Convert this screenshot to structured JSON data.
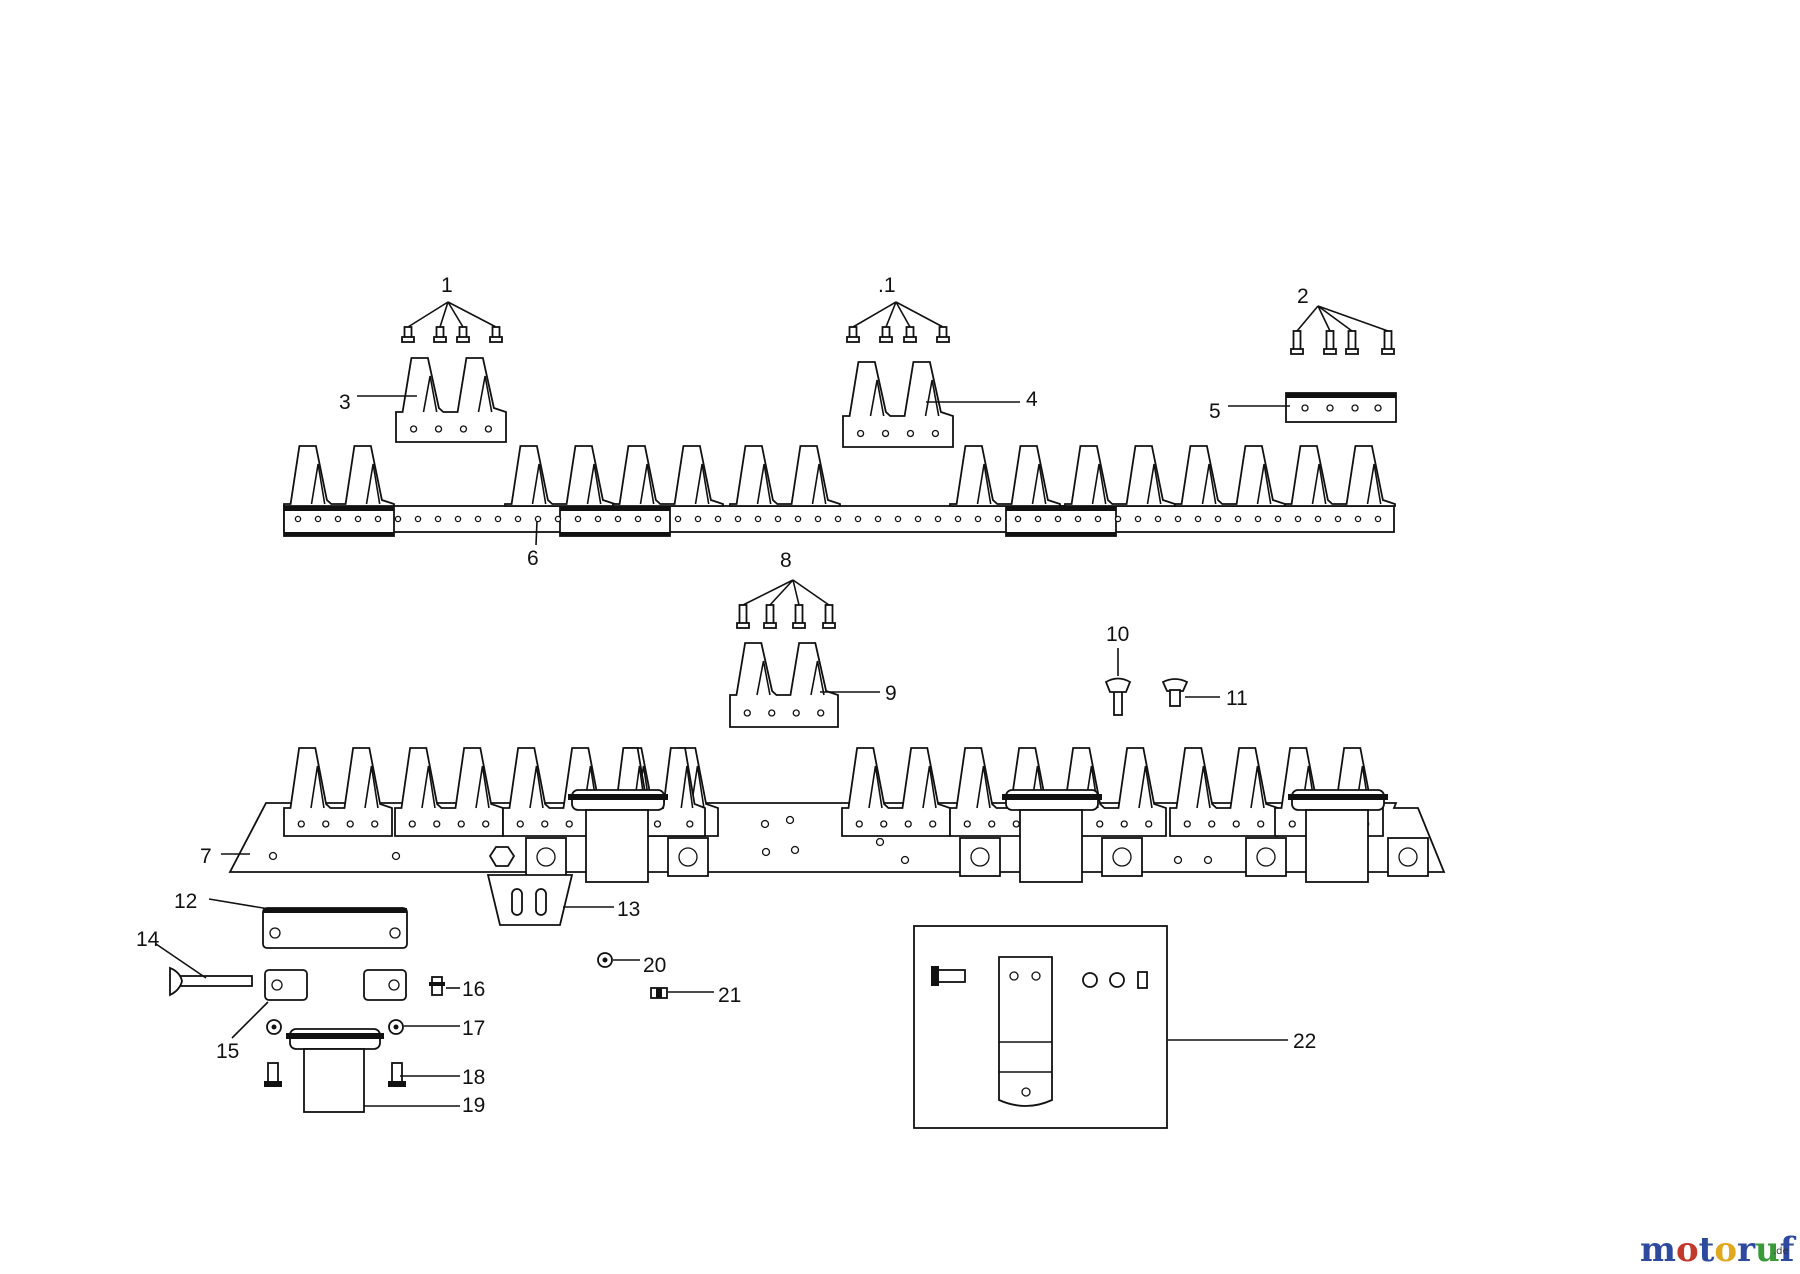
{
  "callouts": [
    {
      "id": "c1a",
      "text": "1"
    },
    {
      "id": "c1b",
      "text": ".1"
    },
    {
      "id": "c2",
      "text": "2"
    },
    {
      "id": "c3",
      "text": "3"
    },
    {
      "id": "c4",
      "text": "4"
    },
    {
      "id": "c5",
      "text": "5"
    },
    {
      "id": "c6",
      "text": "6"
    },
    {
      "id": "c7",
      "text": "7"
    },
    {
      "id": "c8",
      "text": "8"
    },
    {
      "id": "c9",
      "text": "9"
    },
    {
      "id": "c10",
      "text": "10"
    },
    {
      "id": "c11",
      "text": "11"
    },
    {
      "id": "c12",
      "text": "12"
    },
    {
      "id": "c13",
      "text": "13"
    },
    {
      "id": "c14",
      "text": "14"
    },
    {
      "id": "c15",
      "text": "15"
    },
    {
      "id": "c16",
      "text": "16"
    },
    {
      "id": "c17",
      "text": "17"
    },
    {
      "id": "c18",
      "text": "18"
    },
    {
      "id": "c19",
      "text": "19"
    },
    {
      "id": "c20",
      "text": "20"
    },
    {
      "id": "c21",
      "text": "21"
    },
    {
      "id": "c22",
      "text": "22"
    }
  ],
  "logo": {
    "letters": [
      {
        "ch": "m",
        "color": "#2e4a9e"
      },
      {
        "ch": "o",
        "color": "#c0392b"
      },
      {
        "ch": "t",
        "color": "#2e4a9e"
      },
      {
        "ch": "o",
        "color": "#e0a81c"
      },
      {
        "ch": "r",
        "color": "#2e4a9e"
      },
      {
        "ch": "u",
        "color": "#3a9a3a"
      },
      {
        "ch": "f",
        "color": "#2e4a9e"
      }
    ],
    "suffix": ".de"
  }
}
